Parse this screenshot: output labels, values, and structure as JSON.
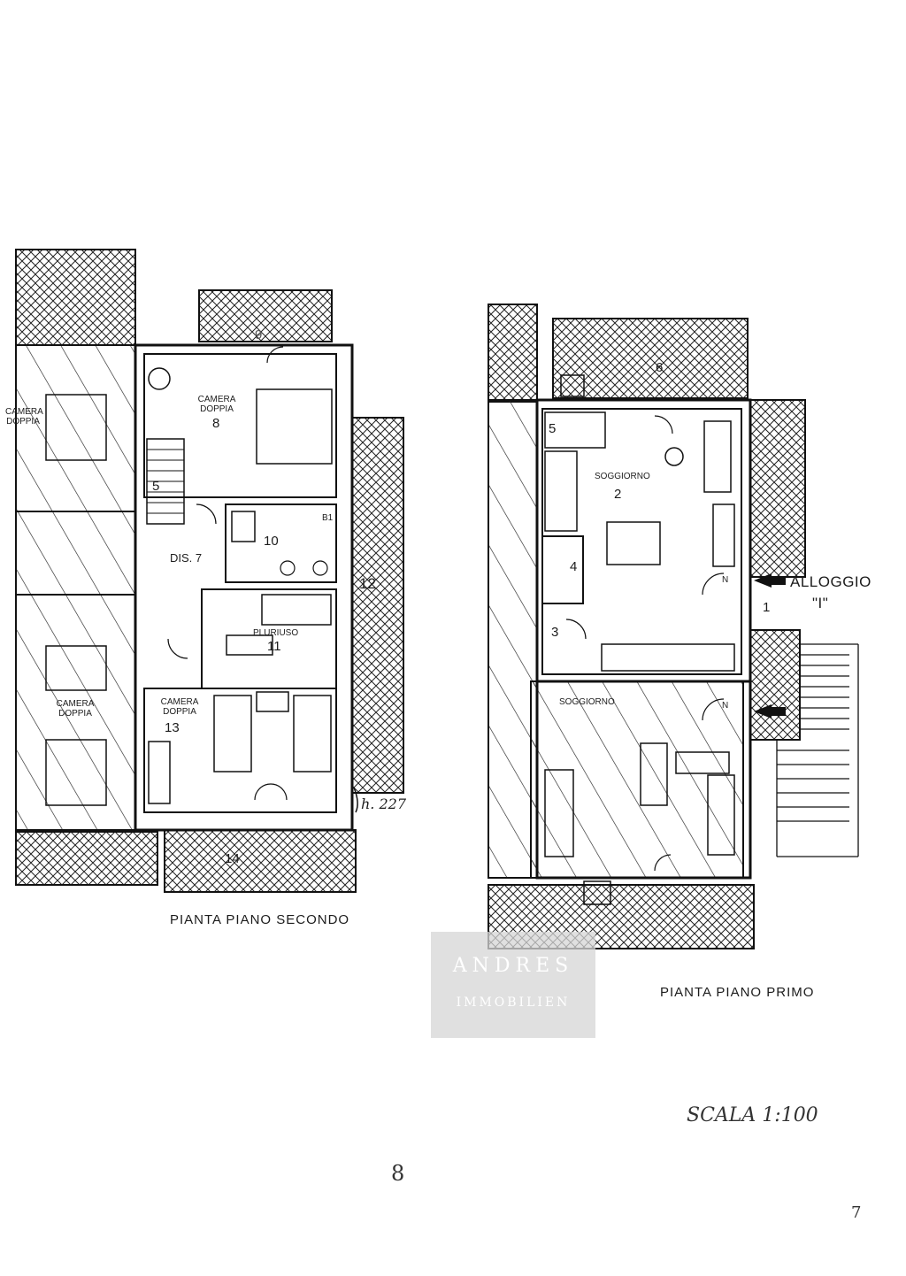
{
  "floor_second": {
    "caption": "PIANTA PIANO SECONDO",
    "rooms": {
      "camera_doppia_left": "CAMERA\nDOPPIA",
      "camera_doppia_8": "CAMERA\nDOPPIA",
      "room_8": "8",
      "room_5": "5",
      "room_10": "10",
      "b1": "B1",
      "dis7": "DIS. 7",
      "pluriuso": "PLURIUSO",
      "room_11": "11",
      "camera_doppia_13": "CAMERA\nDOPPIA",
      "room_13": "13",
      "camera_doppia_lower_left": "CAMERA\nDOPPIA",
      "room_9": "9",
      "room_12": "12",
      "room_14": "14",
      "height_note": "h. 227"
    }
  },
  "floor_first": {
    "caption": "PIANTA PIANO PRIMO",
    "rooms": {
      "room_6": "6",
      "room_5": "5",
      "soggiorno_2_label": "SOGGIORNO",
      "room_2": "2",
      "room_4": "4",
      "room_3": "3",
      "room_1": "1",
      "north_1": "N",
      "north_2": "N",
      "soggiorno_lower": "SOGGIORNO"
    },
    "unit_label": "ALLOGGIO",
    "unit_id": "\"I\""
  },
  "scale": "SCALA 1:100",
  "page_left": "8",
  "page_right": "7",
  "watermark": {
    "line1": "ANDRES",
    "line2": "IMMOBILIEN"
  },
  "colors": {
    "ink": "#1a1a1a",
    "paper": "#ffffff",
    "watermark": "#d6d6d6"
  }
}
